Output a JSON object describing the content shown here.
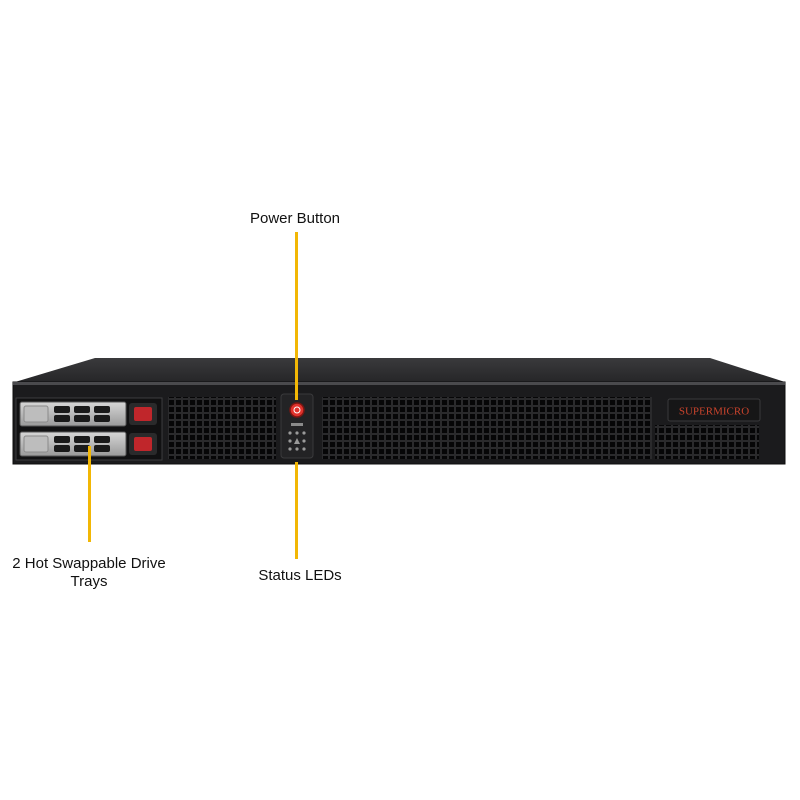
{
  "callouts": {
    "power_button": "Power Button",
    "status_leds": "Status LEDs",
    "drive_trays": "2 Hot Swappable Drive Trays"
  },
  "brand": {
    "logo_text": "SUPERMICRO"
  },
  "colors": {
    "leader_line": "#f2b705",
    "chassis": "#1b1b1d",
    "power_led": "#e0322c",
    "tray_latch": "#c0262b"
  },
  "icons": [
    "power-button-icon",
    "status-led-icon",
    "drive-tray-latch-icon",
    "supermicro-logo"
  ]
}
